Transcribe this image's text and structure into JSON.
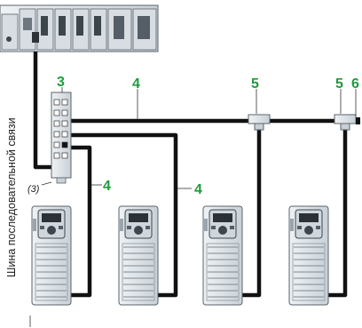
{
  "diagram": {
    "vertical_label": "Шина последовательной связи",
    "note": "(3)",
    "callouts": [
      "3",
      "4",
      "5",
      "5",
      "6",
      "4",
      "4"
    ]
  },
  "colors": {
    "callout": "#1e9a3c",
    "cable": "#111111",
    "device_body": "#dde3e8",
    "device_edge": "#5a646c",
    "drive_fin": "#c8d0d6"
  },
  "drives": [
    "drive-1",
    "drive-2",
    "drive-3",
    "drive-4"
  ]
}
